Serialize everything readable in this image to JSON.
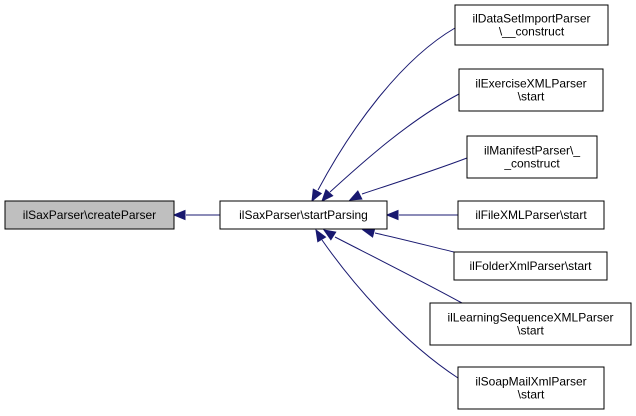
{
  "diagram": {
    "nodes": [
      {
        "id": "create",
        "lines": [
          "ilSaxParser\\createParser"
        ],
        "root": true
      },
      {
        "id": "startParsing",
        "lines": [
          "ilSaxParser\\startParsing"
        ]
      },
      {
        "id": "dataset",
        "lines": [
          "ilDataSetImportParser",
          "\\__construct"
        ]
      },
      {
        "id": "exercise",
        "lines": [
          "ilExerciseXMLParser",
          "\\start"
        ]
      },
      {
        "id": "manifest",
        "lines": [
          "ilManifestParser\\_",
          "_construct"
        ]
      },
      {
        "id": "file",
        "lines": [
          "ilFileXMLParser\\start"
        ]
      },
      {
        "id": "folder",
        "lines": [
          "ilFolderXmlParser\\start"
        ]
      },
      {
        "id": "learning",
        "lines": [
          "ilLearningSequenceXMLParser",
          "\\start"
        ]
      },
      {
        "id": "soapmail",
        "lines": [
          "ilSoapMailXmlParser",
          "\\start"
        ]
      }
    ],
    "edges": [
      {
        "from": "startParsing",
        "to": "create"
      },
      {
        "from": "dataset",
        "to": "startParsing"
      },
      {
        "from": "exercise",
        "to": "startParsing"
      },
      {
        "from": "manifest",
        "to": "startParsing"
      },
      {
        "from": "file",
        "to": "startParsing"
      },
      {
        "from": "folder",
        "to": "startParsing"
      },
      {
        "from": "learning",
        "to": "startParsing"
      },
      {
        "from": "soapmail",
        "to": "startParsing"
      }
    ],
    "colors": {
      "edge": "#191970",
      "root_fill": "#bfbfbf",
      "node_fill": "#ffffff",
      "border": "#000000"
    }
  }
}
